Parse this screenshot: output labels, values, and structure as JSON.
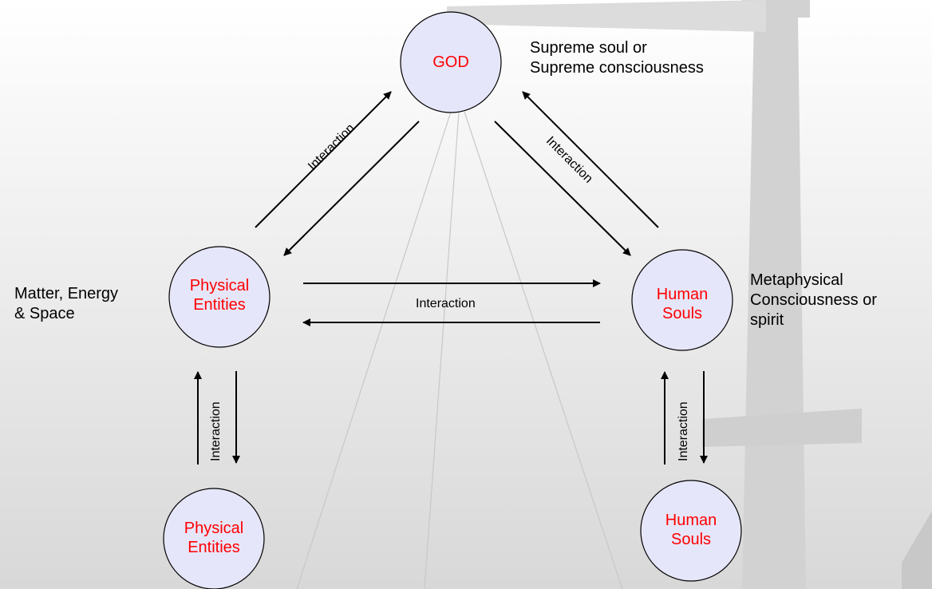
{
  "colors": {
    "background_light": "#ffffff",
    "background_dark": "#d6d6d6",
    "node_fill": "#e6e6fa",
    "node_text": "#ff0000",
    "edge": "#000000"
  },
  "nodes": {
    "god": "GOD",
    "physical_top": [
      "Physical",
      "Entities"
    ],
    "souls_top": [
      "Human",
      "Souls"
    ],
    "physical_bottom": [
      "Physical",
      "Entities"
    ],
    "souls_bottom": [
      "Human",
      "Souls"
    ]
  },
  "side_labels": {
    "god": [
      "Supreme soul or",
      "Supreme consciousness"
    ],
    "physical": [
      "Matter, Energy",
      "& Space"
    ],
    "souls": [
      "Metaphysical",
      "Consciousness or",
      "spirit"
    ]
  },
  "edge_label": "Interaction"
}
